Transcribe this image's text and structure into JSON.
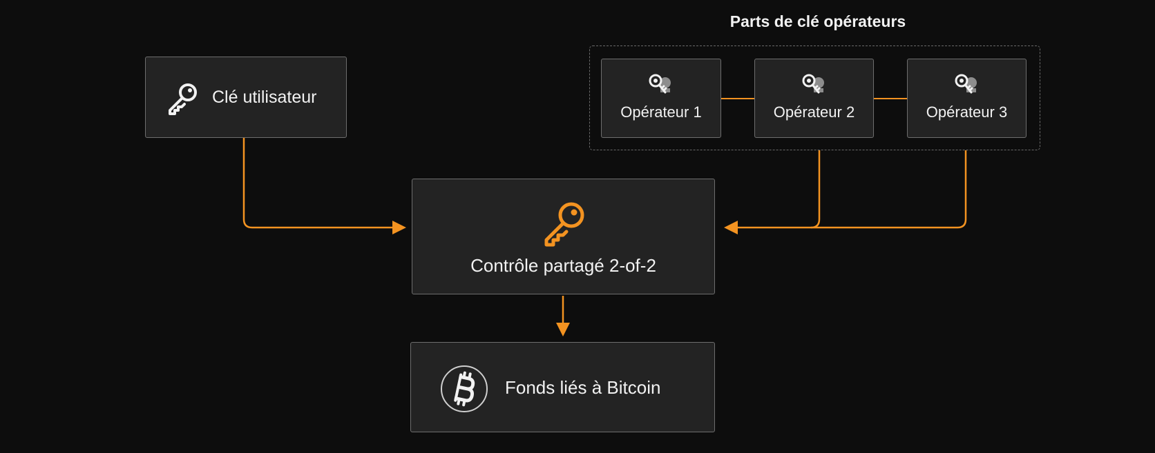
{
  "diagram": {
    "group_title": "Parts de clé opérateurs",
    "user_key": {
      "label": "Clé utilisateur",
      "icon": "key-icon"
    },
    "operators": [
      {
        "label": "Opérateur 1",
        "icon": "key-share-icon"
      },
      {
        "label": "Opérateur 2",
        "icon": "key-share-icon"
      },
      {
        "label": "Opérateur 3",
        "icon": "key-share-icon"
      }
    ],
    "shared_control": {
      "label": "Contrôle partagé 2-of-2",
      "icon": "key-icon"
    },
    "funds": {
      "label": "Fonds liés à Bitcoin",
      "icon": "bitcoin-icon"
    },
    "colors": {
      "accent": "#f39321",
      "box_fill": "#232323",
      "box_border": "#6e6e6e",
      "background": "#0d0d0d",
      "text": "#f2f2f2"
    }
  }
}
